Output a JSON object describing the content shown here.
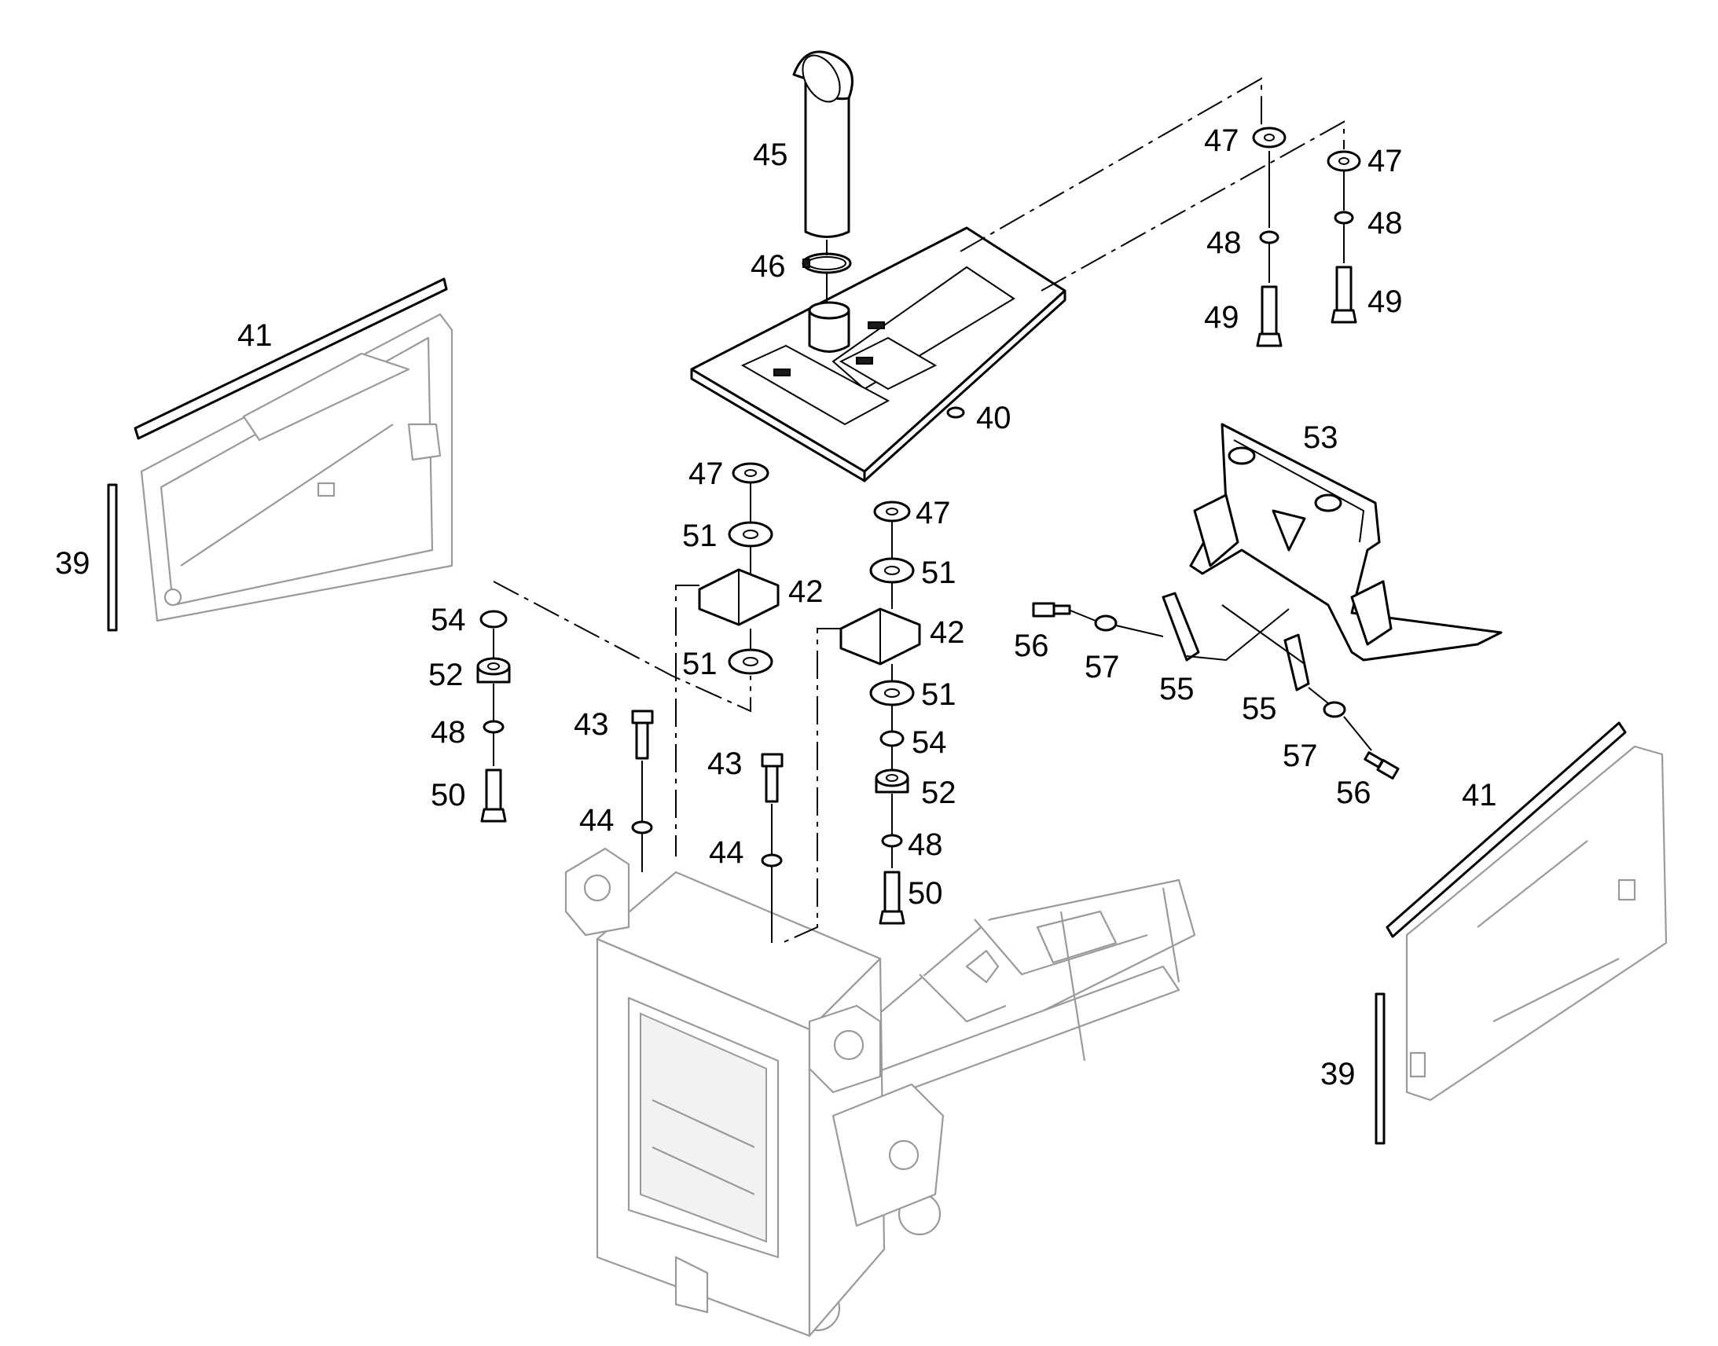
{
  "callouts": {
    "c39a": "39",
    "c39b": "39",
    "c40": "40",
    "c41a": "41",
    "c41b": "41",
    "c42a": "42",
    "c42b": "42",
    "c43a": "43",
    "c43b": "43",
    "c44a": "44",
    "c44b": "44",
    "c45": "45",
    "c46": "46",
    "c47a": "47",
    "c47b": "47",
    "c47c": "47",
    "c47d": "47",
    "c48a": "48",
    "c48b": "48",
    "c48c": "48",
    "c48d": "48",
    "c49a": "49",
    "c49b": "49",
    "c50a": "50",
    "c50b": "50",
    "c51a": "51",
    "c51b": "51",
    "c51c": "51",
    "c51d": "51",
    "c52a": "52",
    "c52b": "52",
    "c53": "53",
    "c54a": "54",
    "c54b": "54",
    "c55a": "55",
    "c55b": "55",
    "c56a": "56",
    "c56b": "56",
    "c57a": "57",
    "c57b": "57"
  }
}
